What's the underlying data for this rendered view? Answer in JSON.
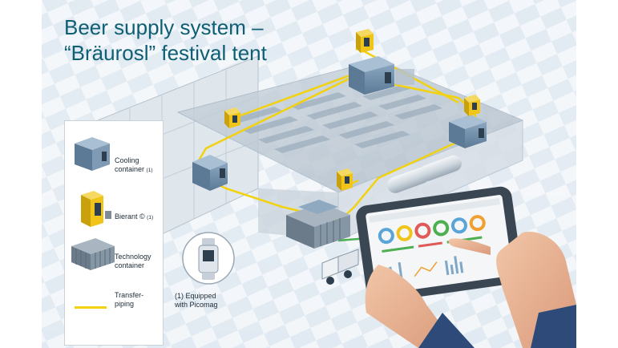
{
  "title": {
    "line1": "Beer supply system –",
    "line2": "“Bräurosl” festival tent"
  },
  "legend": {
    "items": [
      {
        "id": "cooling",
        "label": "Cooling",
        "label2": "container",
        "suffix": "(1)",
        "icon": "cooling-container-icon"
      },
      {
        "id": "bierant",
        "label": "Bierant ©",
        "label2": "",
        "suffix": "(1)",
        "icon": "bierant-icon"
      },
      {
        "id": "technology",
        "label": "Technology",
        "label2": "container",
        "suffix": "",
        "icon": "technology-container-icon"
      },
      {
        "id": "piping",
        "label": "Transfer-",
        "label2": "piping",
        "suffix": "",
        "icon": "transfer-piping-line"
      }
    ]
  },
  "picomag_note": {
    "line1": "(1) Equipped",
    "line2": "with Picomag"
  },
  "colors": {
    "title": "#0e5f73",
    "piping": "#f2d10f",
    "container": "#6f8ca8",
    "bierant": "#f0c419",
    "diamond_pattern": "#d7e3ef",
    "green_pipe": "#4caf50"
  }
}
